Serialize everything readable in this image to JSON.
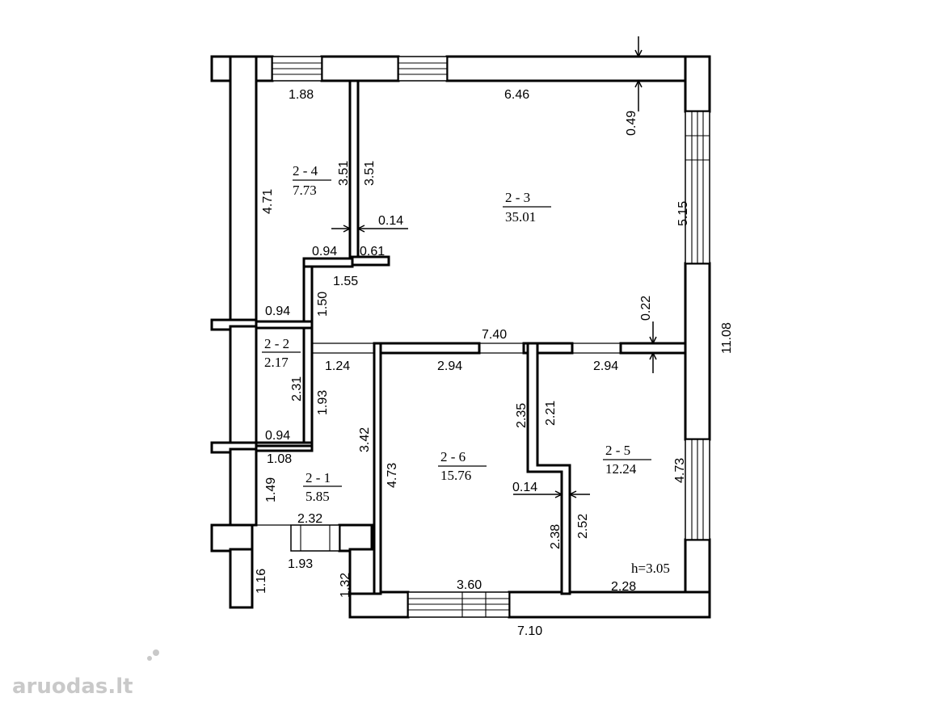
{
  "rooms": [
    {
      "id": "2 - 4",
      "area": "7.73"
    },
    {
      "id": "2 - 3",
      "area": "35.01"
    },
    {
      "id": "2 - 2",
      "area": "2.17"
    },
    {
      "id": "2 - 1",
      "area": "5.85"
    },
    {
      "id": "2 - 6",
      "area": "15.76"
    },
    {
      "id": "2 - 5",
      "area": "12.24"
    }
  ],
  "dimensions": [
    "1.88",
    "6.46",
    "0.49",
    "3.51",
    "3.51",
    "4.71",
    "0.14",
    "5.15",
    "0.94",
    "0.61",
    "1.55",
    "1.50",
    "0.94",
    "0.22",
    "7.40",
    "11.08",
    "1.24",
    "2.94",
    "2.94",
    "2.31",
    "1.93",
    "2.35",
    "2.21",
    "0.94",
    "1.08",
    "3.42",
    "4.73",
    "4.73",
    "1.49",
    "0.14",
    "2.52",
    "2.38",
    "2.32",
    "1.93",
    "1.16",
    "1.32",
    "3.60",
    "2.28",
    "7.10"
  ],
  "height_note": "h=3.05",
  "watermark": "aruodas.lt"
}
